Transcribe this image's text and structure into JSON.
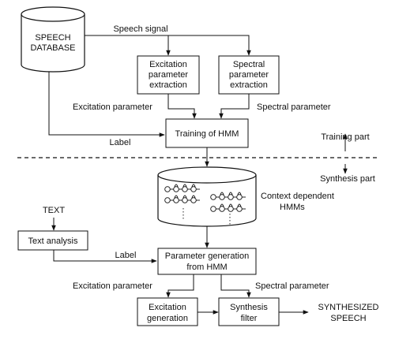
{
  "boxes": {
    "speech_db": [
      "SPEECH",
      "DATABASE"
    ],
    "excitation_extraction": [
      "Excitation",
      "parameter",
      "extraction"
    ],
    "spectral_extraction": [
      "Spectral",
      "parameter",
      "extraction"
    ],
    "training": [
      "Training of HMM"
    ],
    "text_analysis": [
      "Text analysis"
    ],
    "param_generation": [
      "Parameter generation",
      "from HMM"
    ],
    "excitation_generation": [
      "Excitation",
      "generation"
    ],
    "synthesis_filter": [
      "Synthesis",
      "filter"
    ],
    "context_hmms": [
      "Context dependent",
      "HMMs"
    ]
  },
  "labels": {
    "speech_signal": "Speech signal",
    "excitation_parameter_top": "Excitation parameter",
    "spectral_parameter_top": "Spectral parameter",
    "label_top": "Label",
    "training_part": "Training part",
    "synthesis_part": "Synthesis part",
    "text": "TEXT",
    "label_bottom": "Label",
    "excitation_parameter_bottom": "Excitation parameter",
    "spectral_parameter_bottom": "Spectral parameter",
    "synthesized_speech": [
      "SYNTHESIZED",
      "SPEECH"
    ]
  }
}
